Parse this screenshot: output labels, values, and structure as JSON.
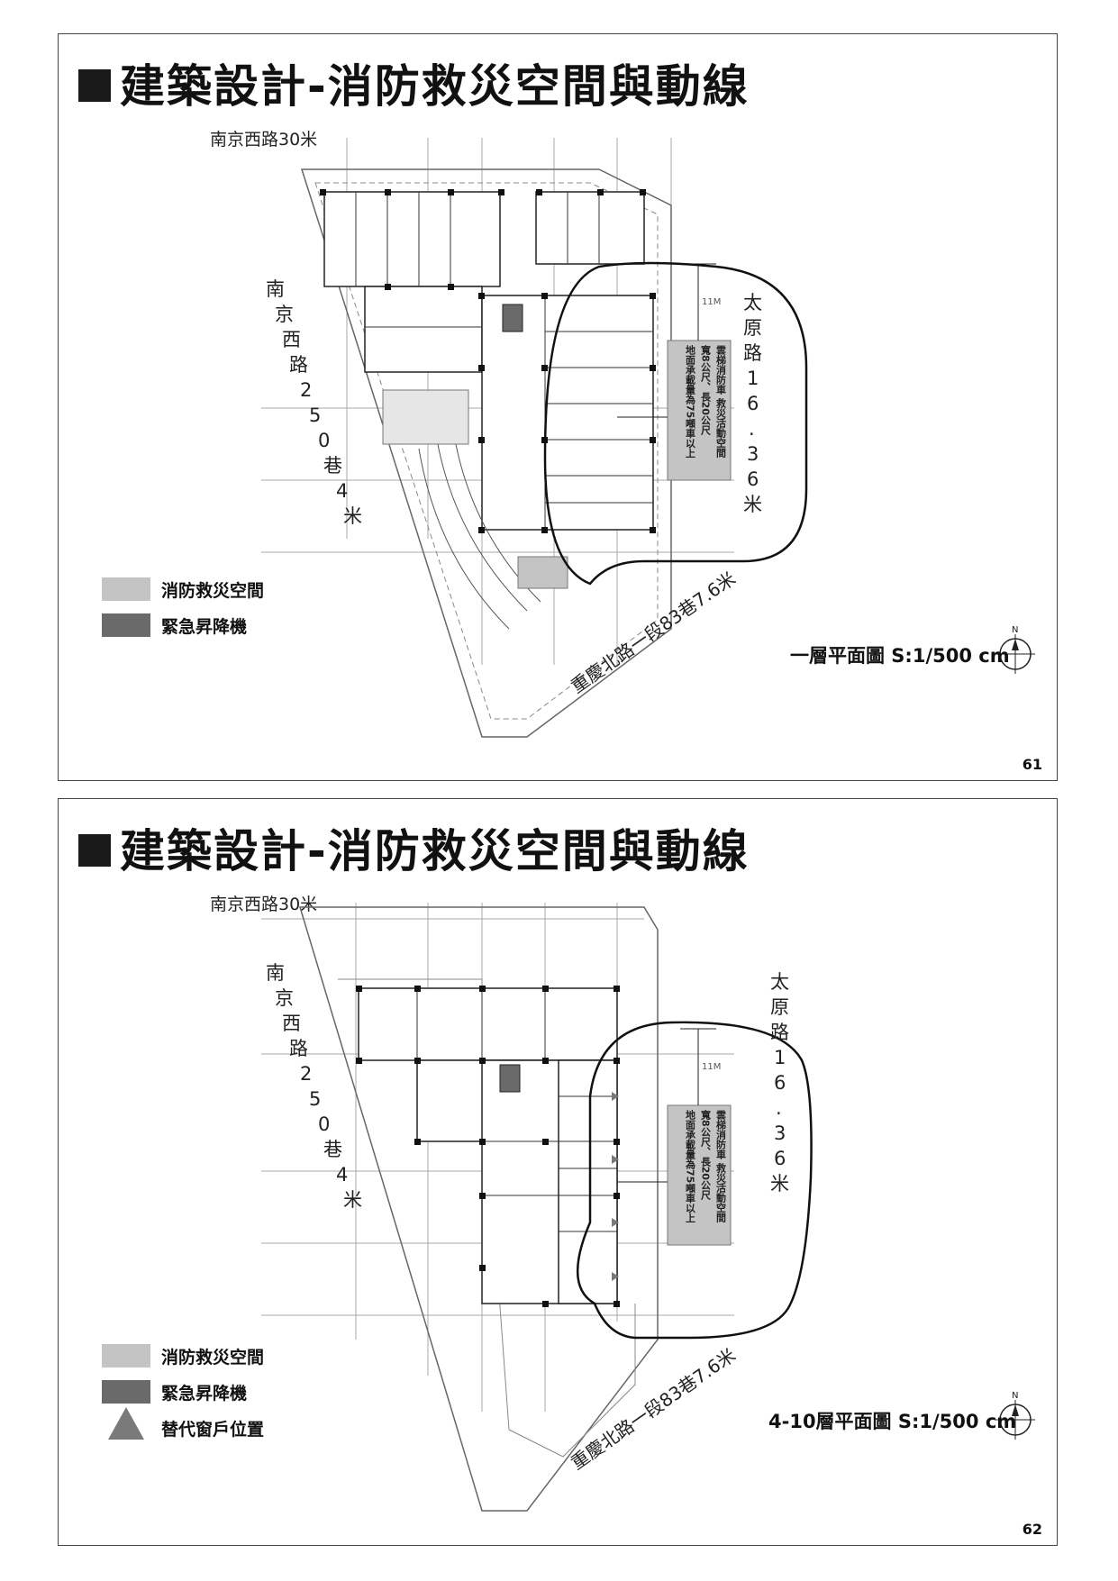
{
  "pages": [
    {
      "title": "建築設計-消防救災空間與動線",
      "street_north": "南京西路30米",
      "street_west": "南京西路250巷4米",
      "street_east": "太原路16.36米",
      "street_south": "重慶北路一段83巷7.6米",
      "rescue_pad_text": "雲梯消防車 救災活動空間 寬8公尺、長20公尺 地面承載量為75噸車以上",
      "dim_11m": "11M",
      "legend": [
        {
          "label": "消防救災空間",
          "swatch": "light"
        },
        {
          "label": "緊急昇降機",
          "swatch": "dark"
        }
      ],
      "caption": "一層平面圖 S:1/500 cm",
      "north_label": "N",
      "page_number": "61"
    },
    {
      "title": "建築設計-消防救災空間與動線",
      "street_north": "南京西路30米",
      "street_west": "南京西路250巷4米",
      "street_east": "太原路16.36米",
      "street_south": "重慶北路一段83巷7.6米",
      "rescue_pad_text": "雲梯消防車 救災活動空間 寬8公尺、長20公尺 地面承載量為75噸車以上",
      "dim_11m": "11M",
      "legend": [
        {
          "label": "消防救災空間",
          "swatch": "light"
        },
        {
          "label": "緊急昇降機",
          "swatch": "dark"
        },
        {
          "label": "替代窗戶位置",
          "swatch": "triangle"
        }
      ],
      "caption": "4-10層平面圖 S:1/500 cm",
      "north_label": "N",
      "page_number": "62"
    }
  ]
}
